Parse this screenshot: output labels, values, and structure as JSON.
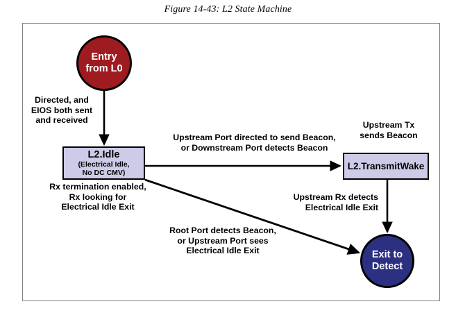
{
  "figure": {
    "caption": "Figure 14-43: L2 State Machine"
  },
  "colors": {
    "entry_fill": "#9E1B20",
    "exit_fill": "#2C3081",
    "state_box_fill": "#CDCBE8",
    "stroke": "#000000",
    "frame_border": "#808080"
  },
  "nodes": {
    "entry_l0": {
      "line1": "Entry",
      "line2": "from L0",
      "shape": "circle"
    },
    "l2_idle": {
      "title": "L2.Idle",
      "sub_line1": "(Electrical Idle,",
      "sub_line2": "No DC CMV)",
      "shape": "rectangle"
    },
    "l2_transmitwake": {
      "title": "L2.TransmitWake",
      "shape": "rectangle"
    },
    "exit_detect": {
      "line1": "Exit to",
      "line2": "Detect",
      "shape": "circle"
    }
  },
  "edges": {
    "entry_to_idle": {
      "line1": "Directed, and",
      "line2": "EIOS both sent",
      "line3": "and received"
    },
    "idle_to_transmitwake": {
      "line1": "Upstream Port directed to send Beacon,",
      "line2": "or Downstream Port detects Beacon"
    },
    "idle_rx_note": {
      "line1": "Rx termination enabled,",
      "line2": "Rx looking for",
      "line3": "Electrical Idle Exit"
    },
    "transmitwake_top_note": {
      "line1": "Upstream Tx",
      "line2": "sends Beacon"
    },
    "transmitwake_to_exit": {
      "line1": "Upstream Rx detects",
      "line2": "Electrical Idle Exit"
    },
    "idle_to_exit": {
      "line1": "Root Port detects Beacon,",
      "line2": "or Upstream Port sees",
      "line3": "Electrical Idle Exit"
    }
  }
}
